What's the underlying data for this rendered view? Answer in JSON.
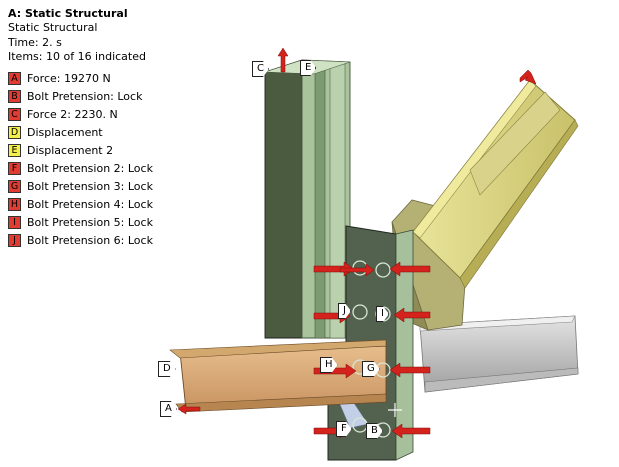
{
  "header": {
    "title": "A: Static Structural",
    "analysis_type": "Static Structural",
    "time": "Time: 2. s",
    "items_indicated": "Items: 10 of 16 indicated"
  },
  "legend": [
    {
      "key": "A",
      "label": "Force: 19270 N",
      "color": "#e03c31"
    },
    {
      "key": "B",
      "label": "Bolt Pretension: Lock",
      "color": "#e03c31"
    },
    {
      "key": "C",
      "label": "Force 2: 2230. N",
      "color": "#e03c31"
    },
    {
      "key": "D",
      "label": "Displacement",
      "color": "#f5ef4a"
    },
    {
      "key": "E",
      "label": "Displacement 2",
      "color": "#f5ef4a"
    },
    {
      "key": "F",
      "label": "Bolt Pretension 2: Lock",
      "color": "#e03c31"
    },
    {
      "key": "G",
      "label": "Bolt Pretension 3: Lock",
      "color": "#e03c31"
    },
    {
      "key": "H",
      "label": "Bolt Pretension 4: Lock",
      "color": "#e03c31"
    },
    {
      "key": "I",
      "label": "Bolt Pretension 5: Lock",
      "color": "#e03c31"
    },
    {
      "key": "J",
      "label": "Bolt Pretension 6: Lock",
      "color": "#e03c31"
    }
  ],
  "model_tags": {
    "C": "C",
    "E": "E",
    "D": "D",
    "A": "A",
    "J": "J",
    "I": "I",
    "H": "H",
    "G": "G",
    "F": "F",
    "B": "B"
  }
}
